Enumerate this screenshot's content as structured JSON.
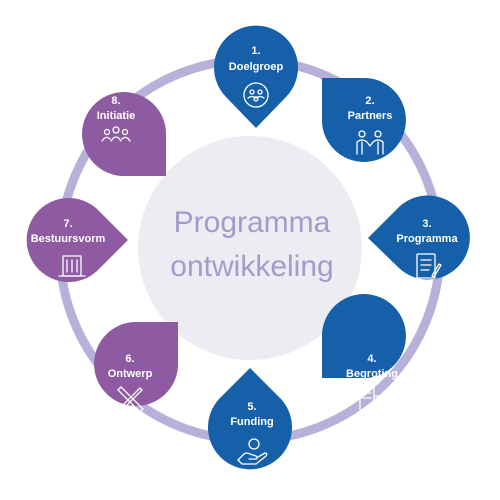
{
  "colors": {
    "blue": "#1560a8",
    "purple": "#8e5ba3",
    "ring": "#b7b0d8",
    "center": "#ececf2",
    "center_text": "#a59bcb"
  },
  "center": {
    "line1": "Programma",
    "line2": "ontwikkeling"
  },
  "steps": [
    {
      "number": "1.",
      "label": "Doelgroep",
      "icon": "target-group-icon",
      "color": "blue"
    },
    {
      "number": "2.",
      "label": "Partners",
      "icon": "handshake-icon",
      "color": "blue"
    },
    {
      "number": "3.",
      "label": "Programma",
      "icon": "checklist-icon",
      "color": "blue"
    },
    {
      "number": "4.",
      "label": "Begroting",
      "icon": "budget-calculator-icon",
      "color": "blue"
    },
    {
      "number": "5.",
      "label": "Funding",
      "icon": "funding-hand-icon",
      "color": "blue"
    },
    {
      "number": "6.",
      "label": "Ontwerp",
      "icon": "design-tools-icon",
      "color": "purple"
    },
    {
      "number": "7.",
      "label": "Bestuursvorm",
      "icon": "governance-building-icon",
      "color": "purple"
    },
    {
      "number": "8.",
      "label": "Initiatie",
      "icon": "people-group-icon",
      "color": "purple"
    }
  ]
}
